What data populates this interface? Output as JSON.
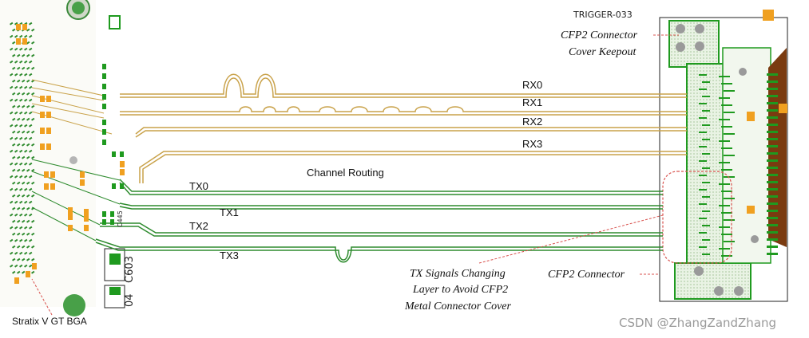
{
  "channels": {
    "rx": [
      "RX0",
      "RX1",
      "RX2",
      "RX3"
    ],
    "tx": [
      "TX0",
      "TX1",
      "TX2",
      "TX3"
    ]
  },
  "labels": {
    "channel_routing": "Channel Routing",
    "cfp2_keepout_line1": "CFP2 Connector",
    "cfp2_keepout_line2": "Cover Keepout",
    "cfp2_connector": "CFP2 Connector",
    "tx_note_line1": "TX Signals Changing",
    "tx_note_line2": "Layer to Avoid CFP2",
    "tx_note_line3": "Metal Connector Cover",
    "bga": "Stratix V GT BGA",
    "silk_trigger": "TRIGGER-033",
    "silk_c603": "C603",
    "silk_04": "04",
    "silk_c445": "C445"
  },
  "watermark": "CSDN @ZhangZandZhang",
  "colors": {
    "trace_rx": "#c9a24a",
    "trace_tx": "#2e8b2e",
    "pad_green": "#1f9a1f",
    "pad_orange": "#f0a020",
    "connector_fill": "#dff0d8",
    "dotted_red": "#d9534f",
    "connector_brown": "#7a3b10"
  }
}
